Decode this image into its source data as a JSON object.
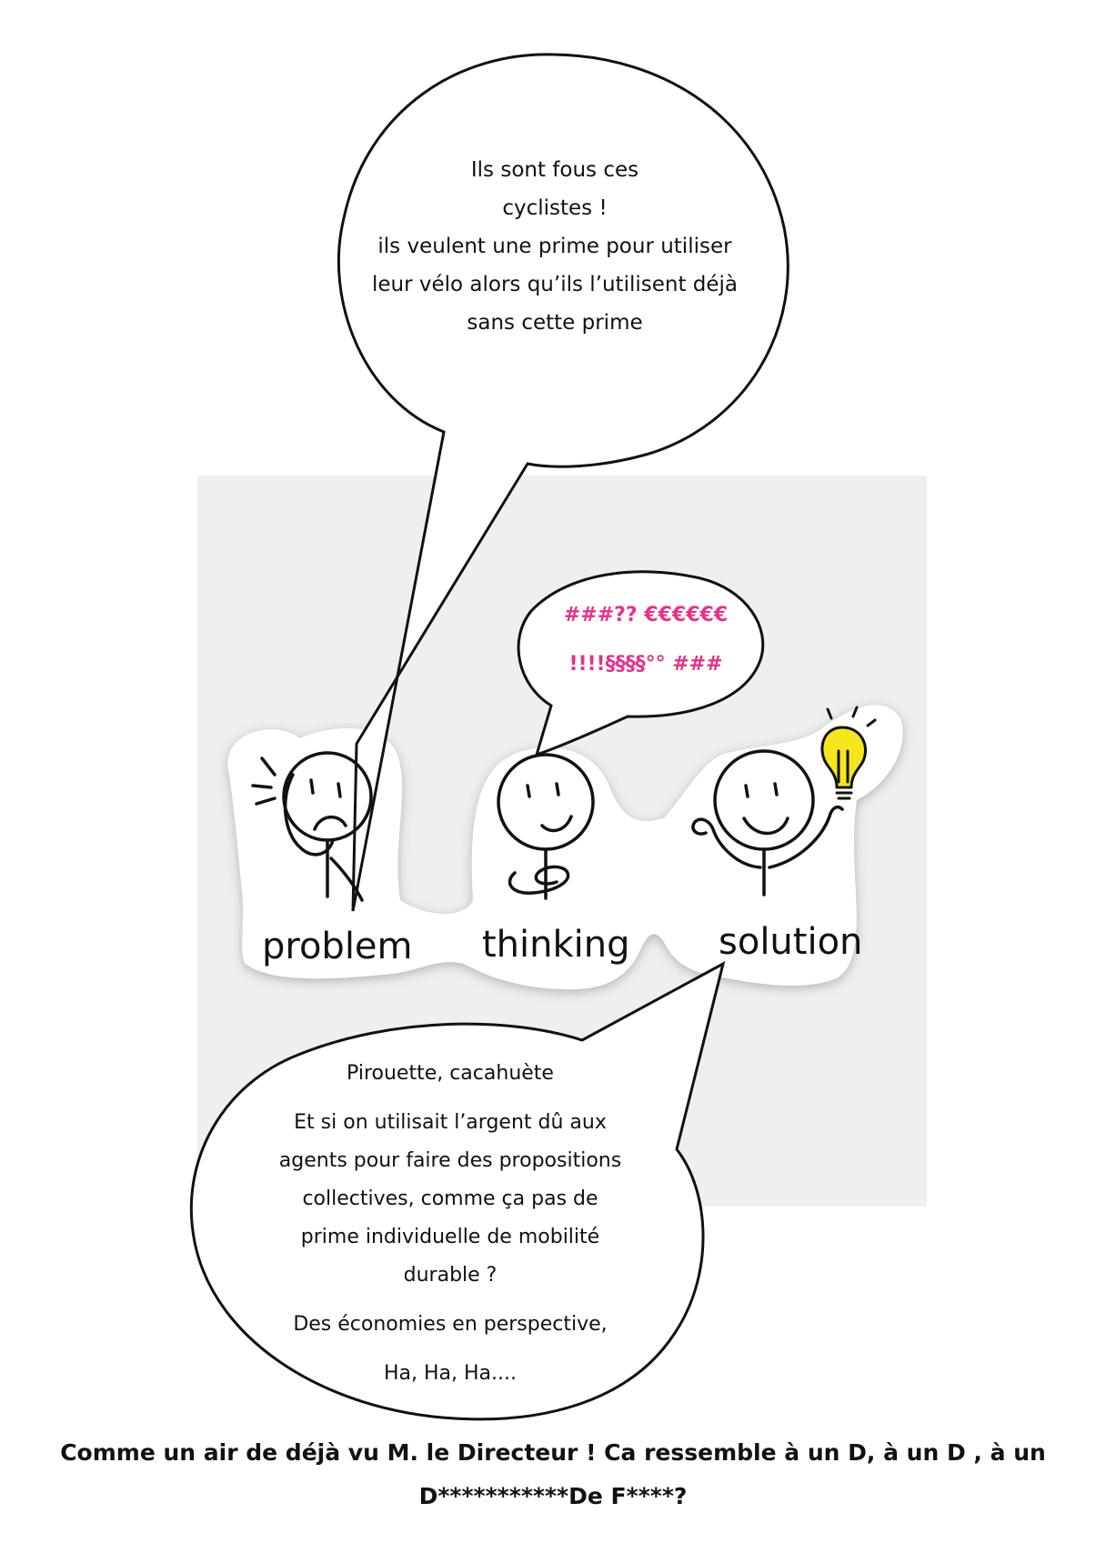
{
  "bubble_top": {
    "lines": [
      "Ils sont fous ces",
      "cyclistes !",
      "ils veulent une prime pour utiliser",
      "leur vélo alors qu’ils l’utilisent déjà",
      "sans cette prime"
    ]
  },
  "bubble_middle": {
    "lines": [
      "###?? €€€€€€",
      "!!!!§§§§°° ###"
    ],
    "text_color": "#e2338a"
  },
  "figures": {
    "problem_label": "problem",
    "thinking_label": "thinking",
    "solution_label": "solution",
    "lightbulb_color": "#f5e61e"
  },
  "bubble_bottom": {
    "lines": [
      "Pirouette, cacahuète",
      "Et si on utilisait l’argent dû aux",
      "agents pour faire des  propositions",
      "collectives, comme ça pas de",
      "prime individuelle de mobilité",
      "durable ?",
      "Des économies en perspective,",
      "Ha, Ha, Ha...."
    ]
  },
  "caption": {
    "line1": "Comme un air de déjà vu M. le Directeur ! Ca ressemble à un D, à un D , à un",
    "line2": "D***********De F****?"
  },
  "colors": {
    "panel_background": "#efefef",
    "outline": "#111111"
  }
}
